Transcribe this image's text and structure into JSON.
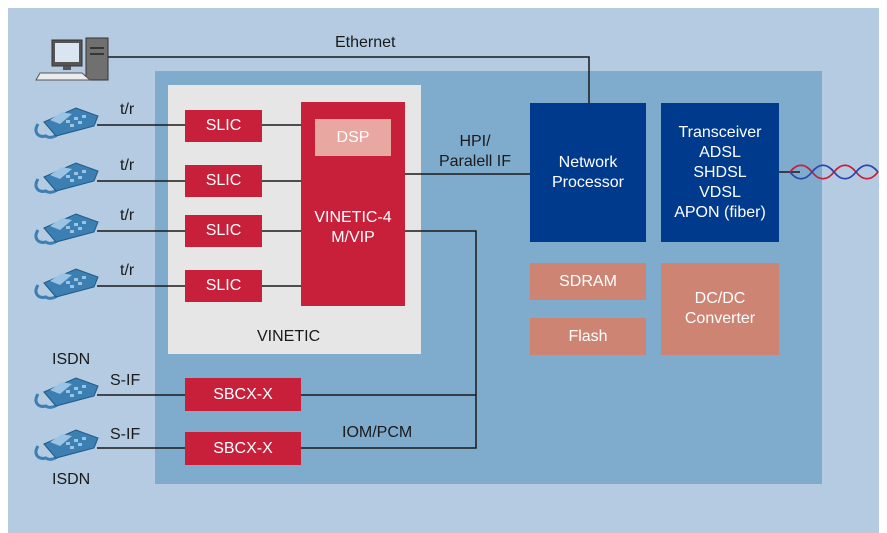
{
  "colors": {
    "outer_bg": "#b4cbe2",
    "board_bg": "#7faccd",
    "vinetic_bg": "#e6e6e6",
    "red_block": "#c8203a",
    "dsp_block": "#e8a7a1",
    "navy_block": "#003a8c",
    "salmon_block": "#cd8472",
    "line": "#1a1a1a",
    "phone": "#3c7fb3"
  },
  "icons": {
    "computer": "computer-icon",
    "phone": "telephone-icon"
  },
  "labels": {
    "ethernet": "Ethernet",
    "tr": "t/r",
    "hpi": "HPI/\nParalell IF",
    "iom": "IOM/PCM",
    "sif": "S-IF",
    "isdn": "ISDN",
    "vinetic": "VINETIC"
  },
  "blocks": {
    "slic": "SLIC",
    "dsp": "DSP",
    "vinetic4": "VINETIC-4\nM/VIP",
    "sbcx": "SBCX-X",
    "network_processor": "Network\nProcessor",
    "transceiver": "Transceiver\nADSL\nSHDSL\nVDSL\nAPON (fiber)",
    "sdram": "SDRAM",
    "flash": "Flash",
    "dcdc": "DC/DC\nConverter"
  }
}
